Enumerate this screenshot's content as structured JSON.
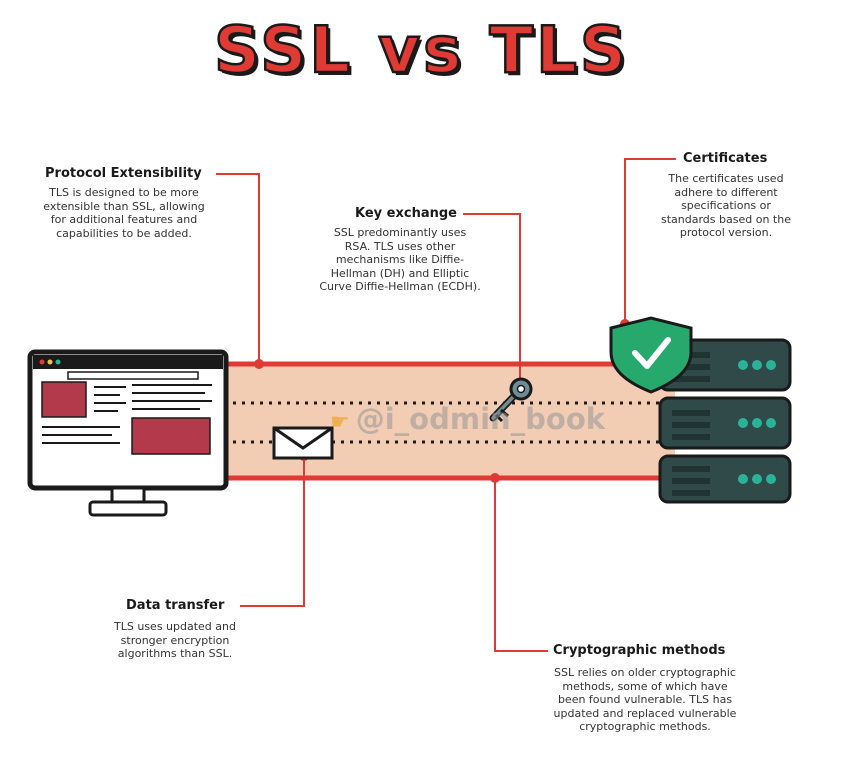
{
  "title": "SSL vs TLS",
  "labels": {
    "protocol_extensibility": {
      "title": "Protocol Extensibility",
      "body": "TLS is designed to be more\nextensible than SSL, allowing\nfor additional features and\ncapabilities to be added."
    },
    "key_exchange": {
      "title": "Key exchange",
      "body": "SSL predominantly uses\nRSA. TLS uses other\nmechanisms like Diffie-\nHellman (DH) and Elliptic\nCurve Diffie-Hellman (ECDH)."
    },
    "certificates": {
      "title": "Certificates",
      "body": "The certificates used\nadhere to different\nspecifications or\nstandards based on the\nprotocol version."
    },
    "data_transfer": {
      "title": "Data transfer",
      "body": "TLS uses updated and\nstronger encryption\nalgorithms than SSL."
    },
    "cryptographic_methods": {
      "title": "Cryptographic methods",
      "body": "SSL relies on older cryptographic\nmethods, some of which have\nbeen found vulnerable. TLS has\nupdated and replaced vulnerable\ncryptographic methods."
    }
  },
  "watermark": "@i_odmin_book",
  "icons": {
    "client": "computer-monitor-icon",
    "server": "server-rack-icon",
    "certificate": "shield-check-icon",
    "key": "key-icon",
    "data": "envelope-icon"
  },
  "colors": {
    "accent": "#e03a35",
    "tunnel": "#f2cdb4",
    "server": "#2f4a48",
    "server_led": "#2bb39a",
    "shield": "#27a86d",
    "screen_block": "#b23a4b"
  }
}
